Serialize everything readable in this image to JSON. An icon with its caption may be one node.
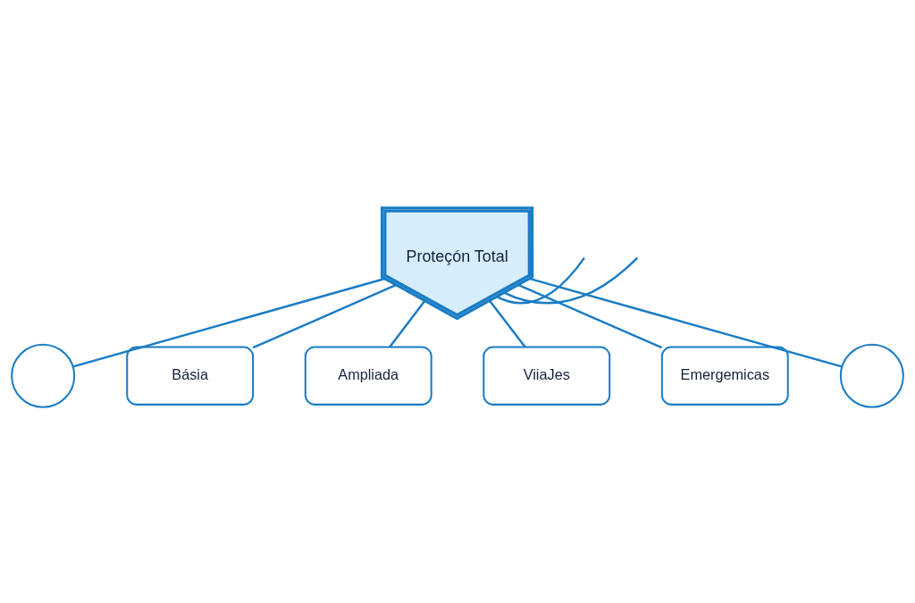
{
  "diagram": {
    "nodes": [
      {
        "text": [],
        "shape": "circle"
      },
      {
        "text": [
          "Básia"
        ]
      },
      {
        "text": [
          "Ampliada"
        ]
      },
      {
        "text": [
          "Proteçón Total"
        ]
      },
      {
        "text": [
          "ViiaJes"
        ]
      },
      {
        "text": [],
        "shape": "circle"
      },
      {
        "text": [
          "Emergemicas"
        ]
      }
    ],
    "edges": [
      {
        "from": 3,
        "to": 0,
        "arrow": "none"
      },
      {
        "from": 3,
        "to": 1,
        "arrow": "none"
      },
      {
        "from": 3,
        "to": 2,
        "arrow": "none"
      },
      {
        "from": 3,
        "to": null,
        "arrow": "none"
      },
      {
        "from": 3,
        "to": null,
        "arrow": "none"
      },
      {
        "from": 3,
        "to": 4,
        "arrow": "none"
      },
      {
        "from": 3,
        "to": 5,
        "arrow": "none"
      },
      {
        "from": 3,
        "to": 6,
        "arrow": "none"
      }
    ]
  }
}
